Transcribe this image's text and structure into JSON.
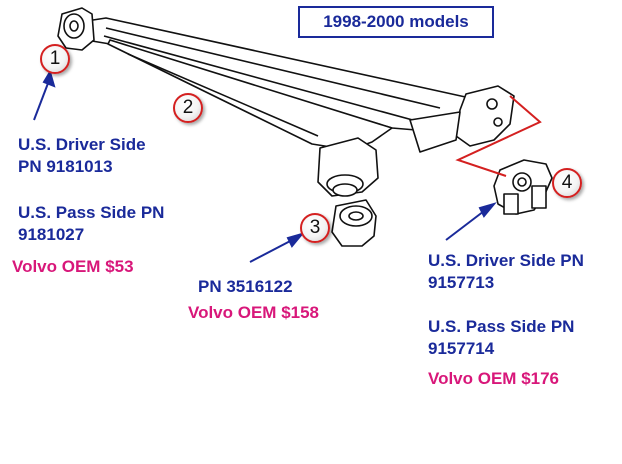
{
  "title": "1998-2000 models",
  "callouts": [
    {
      "number": "1",
      "lines": [
        "U.S. Driver Side",
        "PN 9181013"
      ],
      "lines2": [
        "U.S. Pass Side PN",
        "9181027"
      ],
      "price": "Volvo OEM $53"
    },
    {
      "number": "2"
    },
    {
      "number": "3",
      "pn": "PN 3516122",
      "price": "Volvo OEM $158"
    },
    {
      "number": "4",
      "lines": [
        "U.S. Driver Side PN",
        "9157713"
      ],
      "lines2": [
        "U.S. Pass Side PN",
        "9157714"
      ],
      "price": "Volvo OEM $176"
    }
  ],
  "colors": {
    "label_blue": "#1a2a9a",
    "price_pink": "#d8177a",
    "badge_red": "#d42020",
    "leader_red": "#d42020"
  }
}
